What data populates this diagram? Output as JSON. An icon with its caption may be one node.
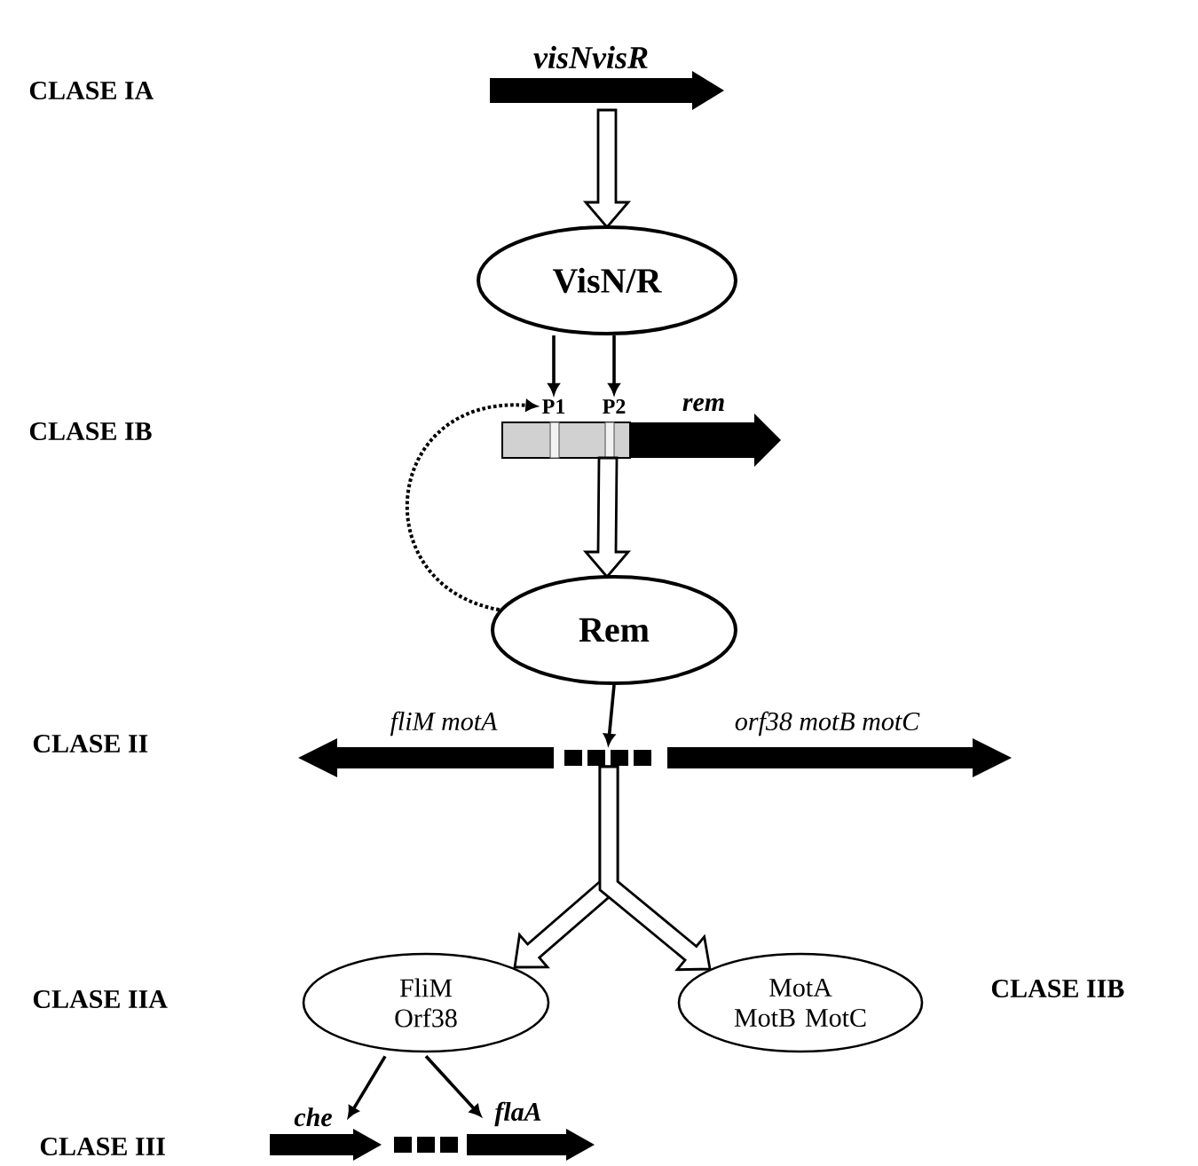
{
  "diagram": {
    "nodes": [
      {
        "text": [
          "visNvisR"
        ]
      },
      {
        "text": [
          "VisN/R"
        ]
      },
      {
        "text": [
          "rem"
        ]
      },
      {
        "text": [
          "P1"
        ]
      },
      {
        "text": [
          "P2"
        ]
      },
      {
        "text": [
          "Rem"
        ]
      },
      {
        "text": [
          "fliM motA"
        ]
      },
      {
        "text": [],
        "shape": "box"
      },
      {
        "text": [
          "orf38 motB motC"
        ]
      },
      {
        "text": [
          "FliM Orf38"
        ]
      },
      {
        "text": [
          "MotA MotB MotC"
        ]
      },
      {
        "text": [
          "che"
        ]
      },
      {
        "text": [],
        "shape": "box"
      },
      {
        "text": [
          "flaA"
        ]
      }
    ],
    "edges": [
      {
        "from": 0,
        "to": 1,
        "arrow": "to",
        "style": "thick"
      },
      {
        "from": 1,
        "to": 3,
        "arrow": "to"
      },
      {
        "from": 1,
        "to": 4,
        "arrow": "to"
      },
      {
        "from": 2,
        "to": 5,
        "arrow": "to",
        "style": "thick"
      },
      {
        "from": 5,
        "to": 3,
        "arrow": "to",
        "style": "dashed"
      },
      {
        "from": 5,
        "to": 7,
        "arrow": "to"
      },
      {
        "from": 7,
        "to": 9,
        "arrow": "to",
        "style": "thick"
      },
      {
        "from": 7,
        "to": 10,
        "arrow": "to",
        "style": "thick"
      },
      {
        "from": 9,
        "to": 11,
        "arrow": "to"
      },
      {
        "from": 9,
        "to": 13,
        "arrow": "to"
      }
    ],
    "labels": [
      "CLASE IA",
      "CLASE IB",
      "CLASE II",
      "CLASE IIA",
      "CLASE IIB",
      "CLASE III"
    ]
  }
}
